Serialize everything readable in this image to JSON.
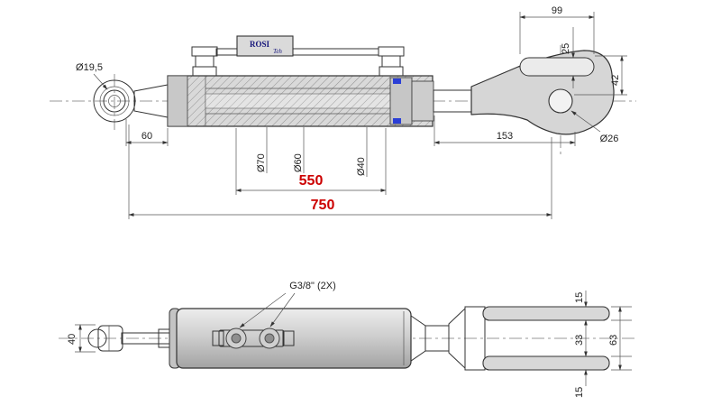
{
  "page": {
    "background": "#ffffff",
    "line_color": "#333333",
    "accent_red": "#cc0000",
    "seal_blue": "#2b3fd6",
    "metal_gray": "#d4d4d4"
  },
  "brand": {
    "name": "ROSI",
    "sub": "Teh"
  },
  "top_view": {
    "dim_99": "99",
    "dim_25": "25",
    "dim_42": "42",
    "dim_eye_bore": "Ø19,5",
    "dim_60": "60",
    "dim_piston_od": "Ø70",
    "dim_bore": "Ø60",
    "dim_rod": "Ø40",
    "dim_153": "153",
    "dim_hole": "Ø26",
    "dim_stroke_550": "550",
    "dim_overall_750": "750"
  },
  "bottom_view": {
    "port_label": "G3/8\" (2X)",
    "dim_ball_40": "40",
    "dim_prong_top_15": "15",
    "dim_fork_gap_33": "33",
    "dim_fork_outer_63": "63",
    "dim_prong_bottom_15": "15"
  }
}
